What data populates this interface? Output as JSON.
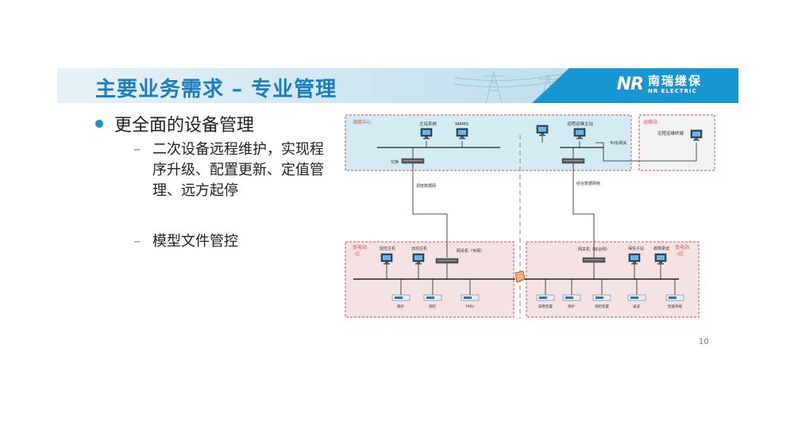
{
  "header": {
    "title": "主要业务需求 – 专业管理",
    "logo_mark": "NR",
    "logo_cn": "南瑞继保",
    "logo_en": "NR ELECTRIC"
  },
  "content": {
    "main_bullet": "更全面的设备管理",
    "sub_bullets": [
      "二次设备远程维护，实现程序升级、配置更新、定值管理、远方起停",
      "模型文件管控"
    ]
  },
  "diagram": {
    "zone_top_left": "调度中心",
    "zone_top_right": "运维站",
    "zone_bottom_left": "变电站",
    "zone_bottom_left_sub": "I区",
    "zone_bottom_right": "变电站",
    "zone_bottom_right_sub": "II区",
    "pc_top_1": "主站系统",
    "pc_top_2": "WAMS",
    "pc_top_4": "远程运维主站",
    "pc_right": "远程运维终端",
    "switch_top_left": "交换",
    "link_left": "调度数据网",
    "link_right": "综合数据网络",
    "link_horizontal": "专线/网关",
    "pc_bl_1": "监控主机",
    "pc_bl_2": "远动主机",
    "gw_bl": "网关机（专网）",
    "gw_br": "网关机（综合网）",
    "pc_br_1": "保信子站",
    "pc_br_2": "故障录波",
    "dev_bl": [
      "保护",
      "测控",
      "PMU"
    ],
    "dev_br": [
      "安稳装置",
      "保护",
      "测控装置",
      "录波",
      "智能终端"
    ]
  },
  "footer": {
    "page_number": "10"
  }
}
